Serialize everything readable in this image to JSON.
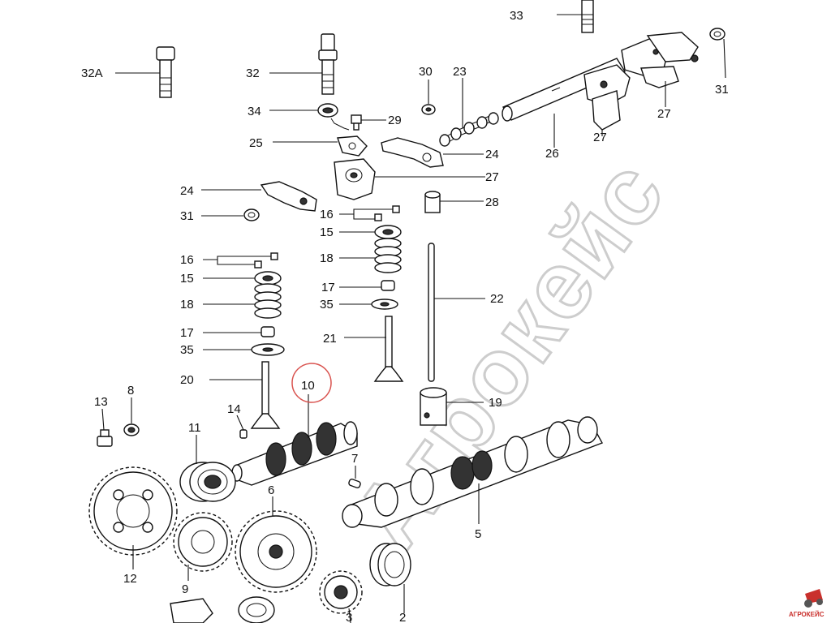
{
  "labels": {
    "l33": "33",
    "l32A": "32A",
    "l32": "32",
    "l30": "30",
    "l23": "23",
    "l31a": "31",
    "l34": "34",
    "l29": "29",
    "l25": "25",
    "l24a": "24",
    "l27a": "27",
    "l27b": "27",
    "l27c": "27",
    "l26": "26",
    "l24b": "24",
    "l28": "28",
    "l31b": "31",
    "l16a": "16",
    "l15a": "15",
    "l16b": "16",
    "l18a": "18",
    "l15b": "15",
    "l17a": "17",
    "l18b": "18",
    "l35a": "35",
    "l22": "22",
    "l17b": "17",
    "l21": "21",
    "l35b": "35",
    "l20": "20",
    "l10": "10",
    "l19": "19",
    "l13": "13",
    "l8": "8",
    "l14": "14",
    "l11": "11",
    "l7": "7",
    "l6": "6",
    "l5": "5",
    "l12": "12",
    "l9": "9",
    "l3": "3",
    "l2": "2"
  },
  "watermark": {
    "text": "Агрокейс"
  },
  "logo": {
    "text": "АГРОКЕЙС"
  },
  "highlight": {
    "part": "10",
    "color": "#d9534f"
  }
}
